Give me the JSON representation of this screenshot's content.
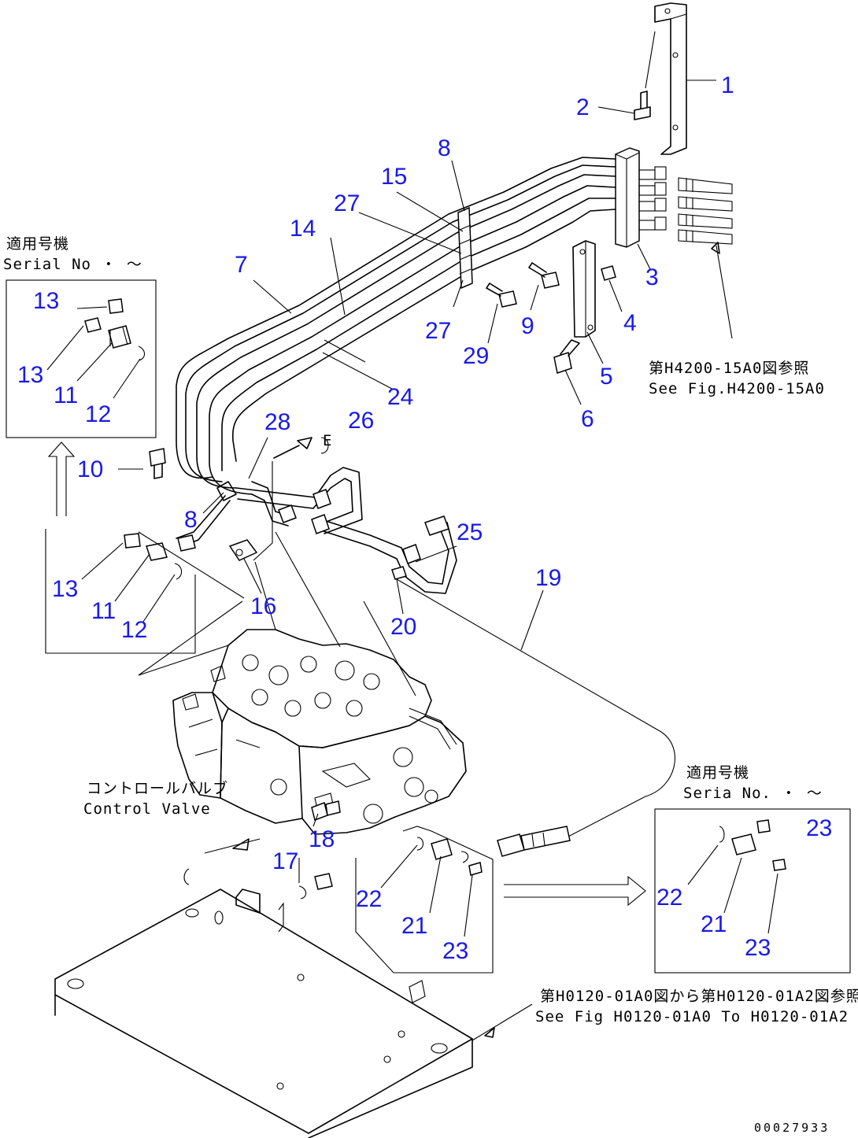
{
  "labels": {
    "l1": "1",
    "l2": "2",
    "l3": "3",
    "l4": "4",
    "l5": "5",
    "l6": "6",
    "l7": "7",
    "l8a": "8",
    "l8b": "8",
    "l9": "9",
    "l10": "10",
    "l11a": "11",
    "l11b": "11",
    "l12a": "12",
    "l12b": "12",
    "l13a": "13",
    "l13b": "13",
    "l13c": "13",
    "l14": "14",
    "l15": "15",
    "l16": "16",
    "l17": "17",
    "l18": "18",
    "l19": "19",
    "l20": "20",
    "l21a": "21",
    "l21b": "21",
    "l22a": "22",
    "l22b": "22",
    "l23a": "23",
    "l23b": "23",
    "l23c": "23",
    "l24": "24",
    "l25": "25",
    "l26": "26",
    "l27a": "27",
    "l27b": "27",
    "l28": "28",
    "l29": "29"
  },
  "notes": {
    "serial_left_jp": "適用号機",
    "serial_left_en": "Serial No  ・ ～",
    "serial_right_jp": "適用号機",
    "serial_right_en": "Seria  No.  ・ ～",
    "control_valve_jp": "コントロールバルブ",
    "control_valve_en": "Control Valve",
    "fig_ref_top_jp": "第H4200-15A0図参照",
    "fig_ref_top_en": "See Fig.H4200-15A0",
    "fig_ref_bottom_jp": "第H0120-01A0図から第H0120-01A2図参照",
    "fig_ref_bottom_en": "See Fig H0120-01A0 To H0120-01A2",
    "drawing_code": "00027933",
    "detail_e": "E"
  }
}
